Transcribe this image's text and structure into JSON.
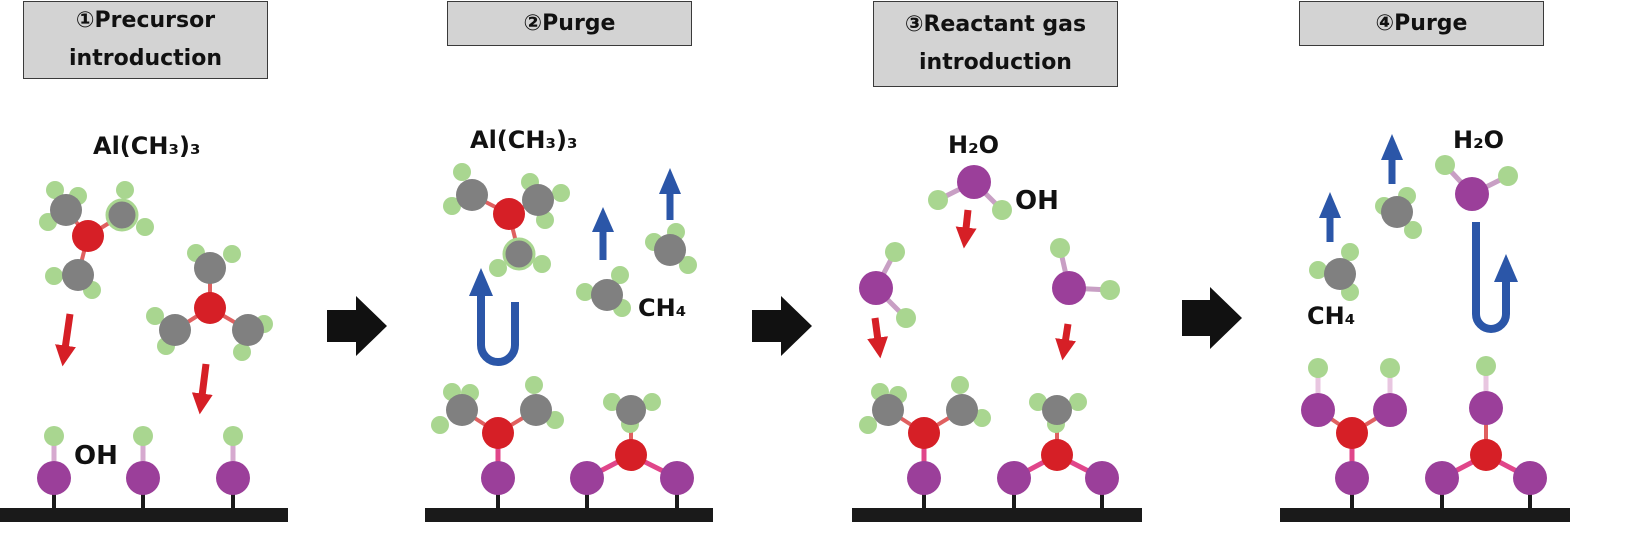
{
  "steps": [
    {
      "title": "①Precursor\n  introduction"
    },
    {
      "title": "②Purge"
    },
    {
      "title": "③Reactant gas\nintroduction"
    },
    {
      "title": "④Purge"
    }
  ],
  "labels": {
    "p1_precursor": "Al(CH₃)₃",
    "p1_oh": "OH",
    "p2_precursor": "Al(CH₃)₃",
    "p2_ch4": "CH₄",
    "p3_h2o": "H₂O",
    "p3_oh": "OH",
    "p4_h2o": "H₂O",
    "p4_ch4": "CH₄"
  },
  "colors": {
    "al": "#d61f26",
    "c": "#808080",
    "h": "#a9d690",
    "o": "#9b3f9a",
    "down_arrow": "#d61f26",
    "up_arrow": "#2b56a8",
    "step_arrow": "#111111",
    "substrate": "#1a1a1a",
    "box_fill": "#d3d3d3"
  }
}
